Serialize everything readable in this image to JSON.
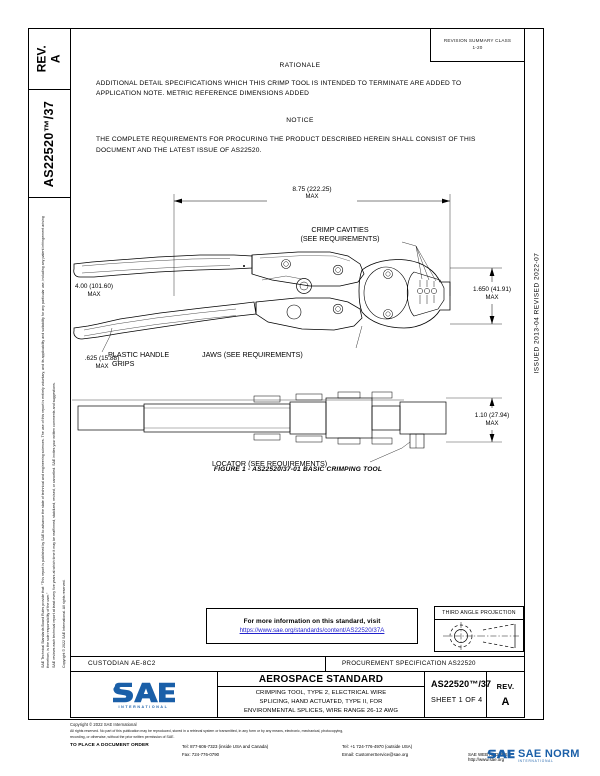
{
  "document": {
    "rev_label": "REV.",
    "rev_value": "A",
    "doc_number_vertical": "AS22520™/37",
    "revision_summary": [
      "REVISION SUMMARY CLASS",
      "1-20"
    ],
    "right_edge_text": "ISSUED 2013-04    REVISED 2022-07"
  },
  "sections": {
    "rationale_heading": "RATIONALE",
    "rationale_text": "ADDITIONAL DETAIL SPECIFICATIONS WHICH THIS CRIMP TOOL IS INTENDED TO TERMINATE ARE ADDED TO APPLICATION NOTE. METRIC REFERENCE DIMENSIONS ADDED",
    "notice_heading": "NOTICE",
    "notice_text": "THE COMPLETE REQUIREMENTS FOR PROCURING THE PRODUCT DESCRIBED HEREIN SHALL CONSIST OF THIS DOCUMENT AND THE LATEST ISSUE OF AS22520."
  },
  "legal_sidebar": {
    "line1": "SAE Technical Standards Board Rules provide that: “This report is published by SAE to advance the state of technical and engineering sciences. The use of this report is entirely voluntary, and its applicability and suitability for any particular use, including any patent infringement arising therefrom, is the sole responsibility of the user.”",
    "line2": "SAE reviews each technical report at least every five years at which time it may be reaffirmed, stabilized, revised, or cancelled. SAE invites your written comments and suggestions.",
    "line3": "Copyright © 2022 SAE International. All rights reserved."
  },
  "drawing": {
    "figure_caption": "FIGURE 1 - AS22520/37-01 BASIC CRIMPING TOOL",
    "dim_overall_length": "8.75 (222.25)",
    "dim_overall_length_note": "MAX",
    "dim_height": "1.650 (41.91)",
    "dim_height_note": "MAX",
    "dim_handle": "4.00 (101.60)",
    "dim_handle_note": "MAX",
    "dim_grip_width": ".625 (15.88)",
    "dim_grip_width_note": "MAX",
    "dim_locator_height": "1.10 (27.94)",
    "dim_locator_height_note": "MAX",
    "label_crimp_cavities_l1": "CRIMP CAVITIES",
    "label_crimp_cavities_l2": "(SEE REQUIREMENTS)",
    "label_plastic_handle_l1": "PLASTIC HANDLE",
    "label_plastic_handle_l2": "GRIPS",
    "label_jaws": "JAWS (SEE REQUIREMENTS)",
    "label_locator": "LOCATOR (SEE REQUIREMENTS)"
  },
  "info_box": {
    "line1": "For more information on this standard, visit",
    "url": "https://www.sae.org/standards/content/AS22520/37A"
  },
  "projection_box": {
    "title": "THIRD ANGLE PROJECTION"
  },
  "custodian_row": {
    "custodian": "CUSTODIAN  AE-8C2",
    "procurement": "PROCUREMENT SPECIFICATION AS22520"
  },
  "title_block": {
    "logo_text": "SAE",
    "logo_subtext": "INTERNATIONAL",
    "standard_type": "AEROSPACE STANDARD",
    "description_l1": "CRIMPING TOOL, TYPE 2, ELECTRICAL  WIRE",
    "description_l2": "SPLICING, HAND ACTUATED, TYPE II, FOR",
    "description_l3": "ENVIRONMENTAL SPLICES, WIRE RANGE 26-12 AWG",
    "doc_number": "AS22520™/37",
    "sheet": "SHEET 1 OF 4",
    "rev_label": "REV.",
    "rev_value": "A"
  },
  "footer": {
    "copyright": "Copyright © 2022 SAE International",
    "rights_l1": "All rights reserved.  No part of this publication may be reproduced, stored in a retrieval system or transmitted, in any form or by any means, electronic, mechanical, photocopying,",
    "rights_l2": "recording, or otherwise, without the prior written permission of SAE.",
    "order_label": "TO PLACE A DOCUMENT ORDER",
    "tel_us_label": "Tel:",
    "tel_us": "877-606-7323 (inside USA and Canada)",
    "fax_label": "Fax:",
    "fax": "724-776-0790",
    "tel_intl_label": "Tel:",
    "tel_intl": "+1 724-776-4970 (outside USA)",
    "email_label": "Email:",
    "email": "CustomerService@sae.org",
    "web_label": "SAE WEB ADDRESS:",
    "web": "http://www.sae.org",
    "watermark": "SAE NORM",
    "watermark_sub": "INTERNATIONAL"
  },
  "colors": {
    "sae_blue": "#1a5fa8",
    "link_blue": "#2222cc",
    "line": "#000000"
  }
}
